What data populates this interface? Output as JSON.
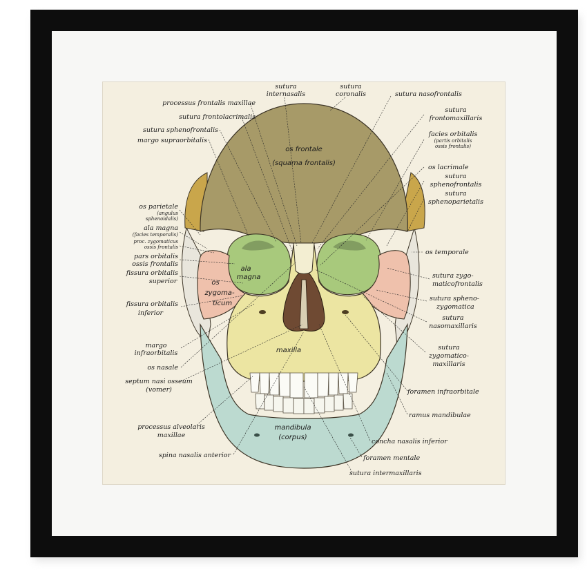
{
  "labels": {
    "sut_internasalis": [
      "sutura",
      "internasalis"
    ],
    "sut_coronalis": [
      "sutura",
      "coronalis"
    ],
    "sut_nasofrontalis": "sutura nasofrontalis",
    "proc_frontalis_maxillae": "processus frontalis maxillae",
    "sut_frontolacrimalis": "sutura frontolacrimalis",
    "sut_sphenofrontalis_l": "sutura sphenofrontalis",
    "margo_supraorbitalis": "margo supraorbitalis",
    "sut_frontomaxillaris": [
      "sutura",
      "frontomaxillaris"
    ],
    "facies_orbitalis": [
      "facies orbitalis",
      "(partis orbitalis",
      "ossis frontalis)"
    ],
    "os_lacrimale": "os lacrimale",
    "sut_sphenofrontalis_r": [
      "sutura",
      "sphenofrontalis"
    ],
    "sut_sphenoparietalis": [
      "sutura",
      "sphenoparietalis"
    ],
    "os_parietale": [
      "os parietale",
      "(angulus",
      "sphenoidalis)"
    ],
    "ala_magna_facies": [
      "ala magna",
      "(facies temporalis)"
    ],
    "proc_zygomaticus": [
      "proc. zygomaticus",
      "ossis frontalis"
    ],
    "pars_orbitalis": [
      "pars orbitalis",
      "ossis frontalis"
    ],
    "fissura_orb_superior": [
      "fissura orbitalis",
      "superior"
    ],
    "os_temporale": "os temporale",
    "sut_zygomaticofrontalis": [
      "sutura zygo-",
      "maticofrontalis"
    ],
    "sut_sphenozygomatica": [
      "sutura spheno-",
      "zygomatica"
    ],
    "sut_nasomaxillaris": [
      "sutura",
      "nasomaxillaris"
    ],
    "fissura_orb_inferior": [
      "fissura orbitalis",
      "inferior"
    ],
    "margo_infraorbitalis": [
      "margo",
      "infraorbitalis"
    ],
    "os_nasale": "os nasale",
    "septum_nasi": [
      "septum nasi osseum",
      "(vomer)"
    ],
    "sut_zygomaticomaxillaris": [
      "sutura",
      "zygomatico-",
      "maxillaris"
    ],
    "foramen_infraorbitale": "foramen infraorbitale",
    "ramus_mandibulae": "ramus mandibulae",
    "proc_alveolaris": [
      "processus alveolaris",
      "maxillae"
    ],
    "concha_nasalis_inferior": "concha nasalis inferior",
    "spina_nasalis_anterior": "spina nasalis anterior",
    "foramen_mentale": "foramen mentale",
    "sut_intermaxillaris": "sutura intermaxillaris"
  },
  "bone_labels": {
    "os_frontale": [
      "os frontale",
      "(squama frontalis)"
    ],
    "ala_magna": [
      "ala",
      "magna"
    ],
    "os_zygomaticum": [
      "os",
      "zygoma-",
      "ticum"
    ],
    "maxilla": "maxilla",
    "mandibula": [
      "mandibula",
      "(corpus)"
    ]
  },
  "colors": {
    "frontal": "#a79a68",
    "parietal": "#c9a64b",
    "sphenoid": "#a8c97c",
    "zygomatic": "#efc1ac",
    "maxilla": "#ece5a2",
    "mandible": "#bcdad0",
    "temporal": "#e9e6dc",
    "paper": "#f4efe0",
    "frame": "#0d0d0d"
  }
}
